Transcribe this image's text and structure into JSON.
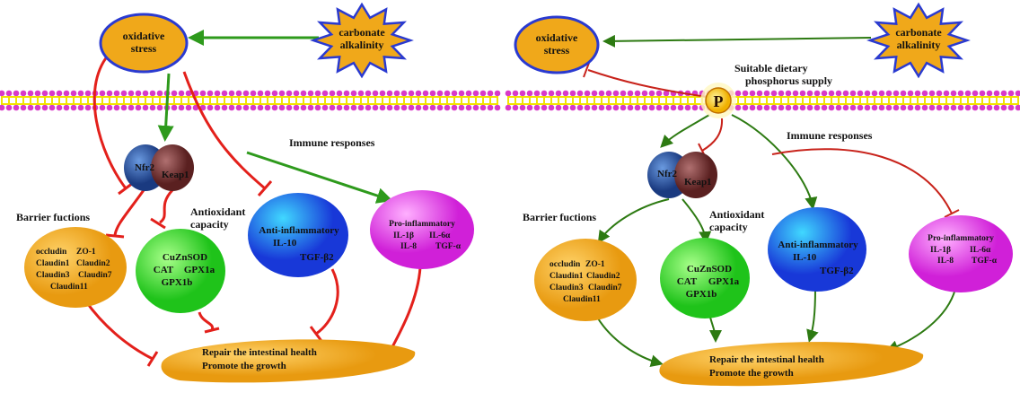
{
  "left": {
    "oxidative": [
      "oxidative",
      "stress"
    ],
    "carbonate": [
      "carbonate",
      "alkalinity"
    ],
    "nfr2": "Nfr2",
    "keap1": "Keap1",
    "immune": "Immune  responses",
    "barrier_title": "Barrier fuctions",
    "antiox_title": [
      "Antioxidant",
      "capacity"
    ],
    "barrier_genes": [
      "occludin",
      "ZO-1",
      "Claudin1",
      "Claudin2",
      "Claudin3",
      "Claudin7",
      "Claudin11"
    ],
    "antiox_genes": [
      "CuZnSOD",
      "CAT",
      "GPX1a",
      "GPX1b"
    ],
    "anti_inflam": [
      "Anti-inflammatory",
      "IL-10",
      "TGF-β2"
    ],
    "pro_inflam": [
      "Pro-inflammatory",
      "IL-1β",
      "IL-6α",
      "IL-8",
      "TGF-α"
    ],
    "outcome": [
      "Repair the intestinal health",
      "Promote the growth"
    ]
  },
  "right": {
    "oxidative": [
      "oxidative",
      "stress"
    ],
    "carbonate": [
      "carbonate",
      "alkalinity"
    ],
    "p_label": "P",
    "supply": [
      "Suitable dietary",
      "phosphorus supply"
    ],
    "nfr2": "Nfr2",
    "keap1": "Keap1",
    "immune": "Immune  responses",
    "barrier_title": "Barrier fuctions",
    "antiox_title": [
      "Antioxidant",
      "capacity"
    ],
    "barrier_genes": [
      "occludin",
      "ZO-1",
      "Claudin1",
      "Claudin2",
      "Claudin3",
      "Claudin7",
      "Claudin11"
    ],
    "antiox_genes": [
      "CuZnSOD",
      "CAT",
      "GPX1a",
      "GPX1b"
    ],
    "anti_inflam": [
      "Anti-inflammatory",
      "IL-10",
      "TGF-β2"
    ],
    "pro_inflam": [
      "Pro-inflammatory",
      "IL-1β",
      "IL-6α",
      "IL-8",
      "TGF-α"
    ],
    "outcome": [
      "Repair the intestinal health",
      "Promote the growth"
    ]
  },
  "colors": {
    "activation_left": "#2e9a1c",
    "inhibition_left": "#e3201b",
    "activation_right": "#2d7a12",
    "inhibition_right": "#c8231b",
    "orange": "#f0a81a",
    "green": "#3fdc2a",
    "blue": "#2a6ee8",
    "magenta": "#e040e8",
    "membrane_dot": "#d83ac8",
    "membrane_line": "#f2e200"
  }
}
